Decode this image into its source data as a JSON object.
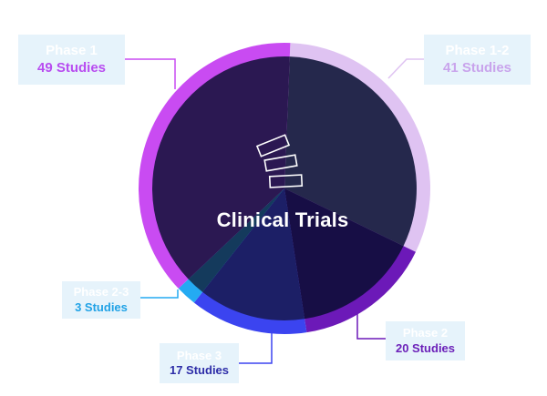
{
  "center_title": "Clinical Trials",
  "chart_data": {
    "type": "pie",
    "title": "Clinical Trials",
    "series": [
      {
        "name": "Phase 1",
        "label": "49 Studies",
        "value": 49,
        "ring_color": "#c94bf2",
        "fill_color": "#2b1852",
        "text_color": "#b84cf0"
      },
      {
        "name": "Phase 1-2",
        "label": "41 Studies",
        "value": 41,
        "ring_color": "#dfc3f2",
        "fill_color": "#25284c",
        "text_color": "#c9a4ec"
      },
      {
        "name": "Phase 2",
        "label": "20 Studies",
        "value": 20,
        "ring_color": "#6c19b8",
        "fill_color": "#170e45",
        "text_color": "#6c21b9"
      },
      {
        "name": "Phase 3",
        "label": "17 Studies",
        "value": 17,
        "ring_color": "#3b44f0",
        "fill_color": "#1c1f66",
        "text_color": "#2d2da8"
      },
      {
        "name": "Phase 2-3",
        "label": "3 Studies",
        "value": 3,
        "ring_color": "#24aaf2",
        "fill_color": "#143a5c",
        "text_color": "#20a2e6"
      }
    ]
  }
}
